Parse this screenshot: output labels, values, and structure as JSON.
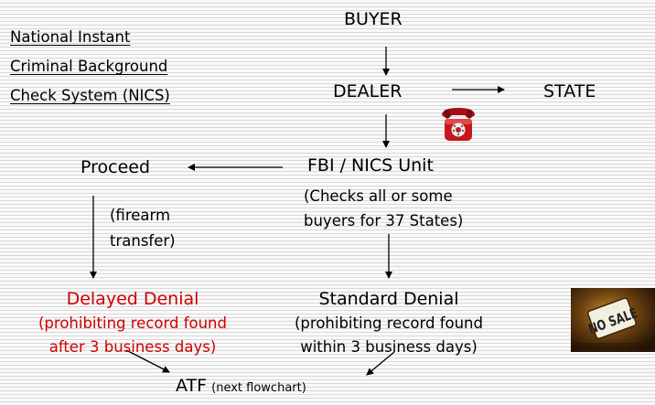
{
  "nics_title": {
    "line1": "National Instant",
    "line2": "Criminal Background",
    "line3": "Check System (NICS)"
  },
  "nodes": {
    "buyer": "BUYER",
    "dealer": "DEALER",
    "state": "STATE",
    "fbi": "FBI / NICS Unit",
    "fbi_note_line1": "(Checks all or some",
    "fbi_note_line2": "buyers for 37 States)",
    "proceed": "Proceed",
    "proceed_note_line1": "(firearm",
    "proceed_note_line2": "transfer)",
    "delayed": "Delayed Denial",
    "delayed_note_line1": "(prohibiting record found",
    "delayed_note_line2": "after 3 business days)",
    "standard": "Standard Denial",
    "standard_note_line1": "(prohibiting record found",
    "standard_note_line2": "within 3 business days)",
    "atf": "ATF",
    "atf_note": "(next flowchart)"
  },
  "images": {
    "phone": "telephone-icon",
    "sign": "no-sale-sign-icon",
    "sign_text": "NO SALE"
  },
  "colors": {
    "denial_text": "#d00000",
    "phone_red": "#c8161d"
  }
}
